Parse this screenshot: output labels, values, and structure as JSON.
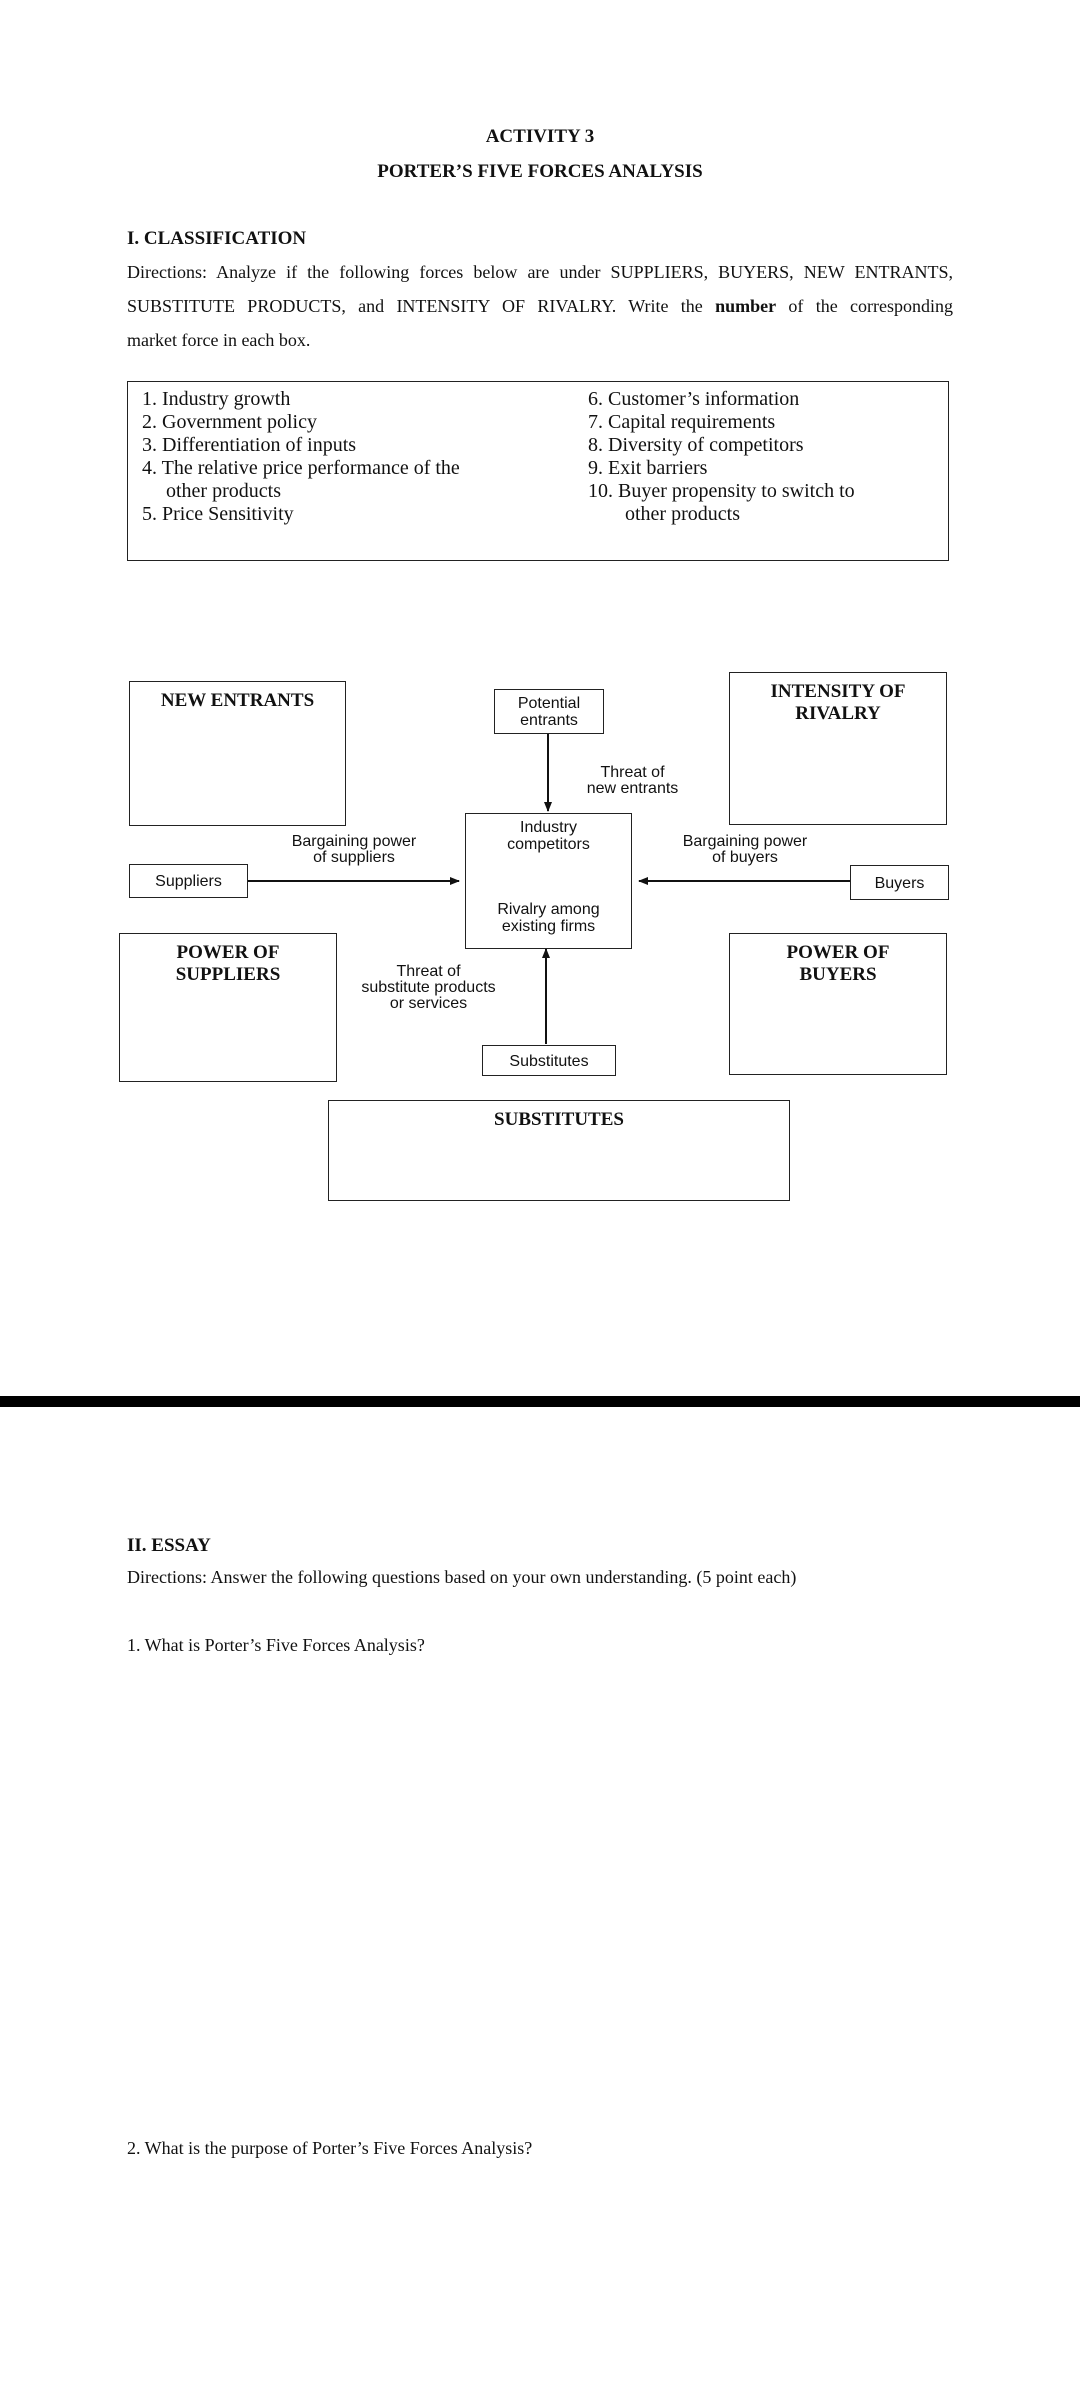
{
  "header": {
    "activity": "ACTIVITY 3",
    "subtitle": "PORTER’S FIVE FORCES ANALYSIS"
  },
  "classification": {
    "heading": "I. CLASSIFICATION",
    "directions_line1": "Directions: Analyze if the following forces below are under SUPPLIERS, BUYERS, NEW ENTRANTS,",
    "directions_line2_a": "SUBSTITUTE PRODUCTS, and INTENSITY OF RIVALRY. Write the ",
    "directions_line2_bold": "number",
    "directions_line2_b": " of the corresponding",
    "directions_line3": "market force in each box.",
    "left_items": [
      "1. Industry growth",
      "2. Government policy",
      "3. Differentiation of inputs",
      "4. The relative price performance of the",
      "other products",
      "5. Price Sensitivity"
    ],
    "right_items": [
      "6. Customer’s information",
      "7. Capital requirements",
      "8. Diversity of competitors",
      "9. Exit barriers",
      "10. Buyer propensity to switch to",
      "other products"
    ]
  },
  "diagram": {
    "box_new_entrants": "NEW ENTRANTS",
    "box_rivalry_1": "INTENSITY OF",
    "box_rivalry_2": "RIVALRY",
    "box_power_suppliers_1": "POWER OF",
    "box_power_suppliers_2": "SUPPLIERS",
    "box_power_buyers_1": "POWER OF",
    "box_power_buyers_2": "BUYERS",
    "box_substitutes": "SUBSTITUTES",
    "potential_1": "Potential",
    "potential_2": "entrants",
    "threat_new_1": "Threat of",
    "threat_new_2": "new entrants",
    "industry_1": "Industry",
    "industry_2": "competitors",
    "rivalry_1": "Rivalry among",
    "rivalry_2": "existing firms",
    "bp_suppliers_1": "Bargaining power",
    "bp_suppliers_2": "of suppliers",
    "bp_buyers_1": "Bargaining power",
    "bp_buyers_2": "of buyers",
    "suppliers": "Suppliers",
    "buyers": "Buyers",
    "threat_sub_1": "Threat of",
    "threat_sub_2": "substitute products",
    "threat_sub_3": "or services",
    "substitutes": "Substitutes"
  },
  "essay": {
    "heading": "II. ESSAY",
    "directions": "Directions: Answer the following questions based on your own understanding. (5 point each)",
    "q1": "1. What is Porter’s Five Forces Analysis?",
    "q2": "2. What is the purpose of Porter’s Five Forces Analysis?"
  }
}
